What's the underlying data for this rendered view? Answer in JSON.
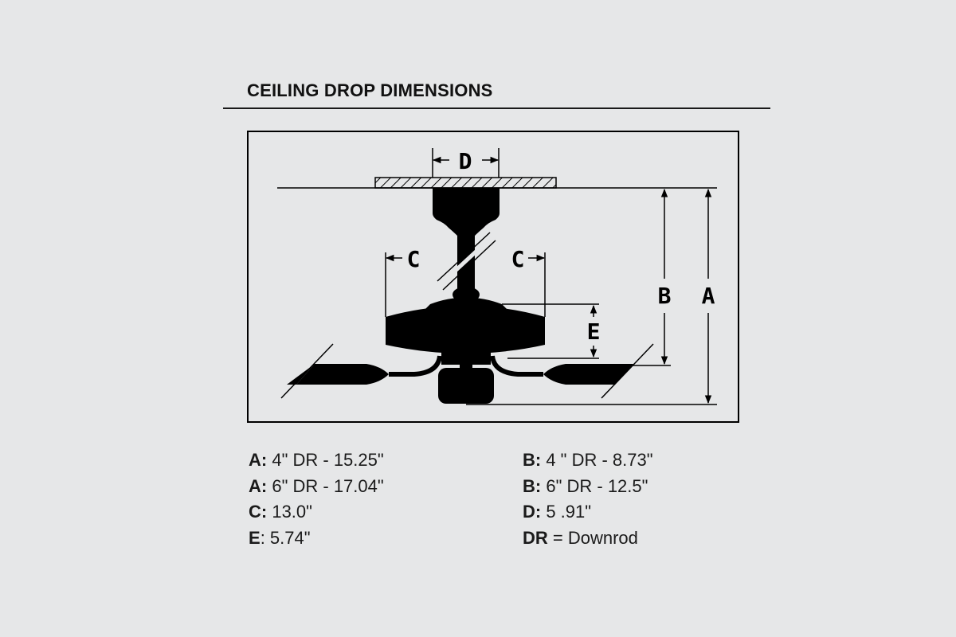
{
  "title": "CEILING DROP DIMENSIONS",
  "diagram": {
    "labels": {
      "A": "A",
      "B": "B",
      "C_left": "C",
      "C_right": "C",
      "D": "D",
      "E": "E"
    },
    "subject": "ceiling-fan-side-profile"
  },
  "specs": {
    "left": [
      {
        "key": "A:",
        "value": " 4\" DR - 15.25\""
      },
      {
        "key": "A:",
        "value": " 6\" DR - 17.04\""
      },
      {
        "key": "C:",
        "value": " 13.0\""
      },
      {
        "key": "E",
        "value": ": 5.74\""
      }
    ],
    "right": [
      {
        "key": "B:",
        "value": " 4 \" DR - 8.73\""
      },
      {
        "key": "B:",
        "value": " 6\" DR - 12.5\""
      },
      {
        "key": "D:",
        "value": " 5 .91\""
      },
      {
        "key": "DR",
        "value": " = Downrod"
      }
    ]
  },
  "colors": {
    "background": "#e6e7e8",
    "ink": "#000000"
  }
}
